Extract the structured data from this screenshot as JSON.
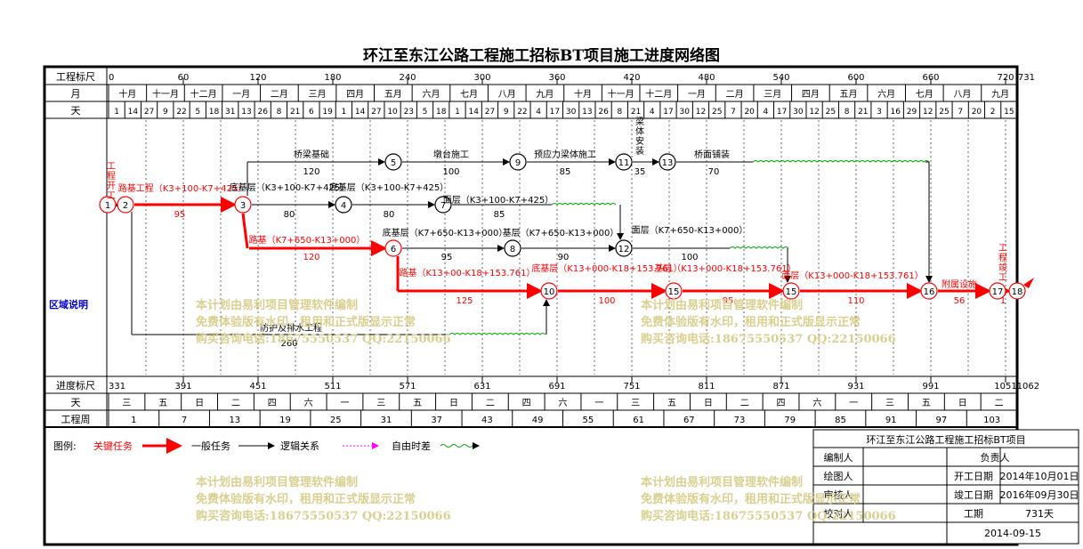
{
  "title": "环江至东江公路工程施工招标BT项目施工进度网络图",
  "scale_labels": {
    "top": "工程标尺",
    "month": "月",
    "day": "天",
    "progress": "进度标尺",
    "week_day": "天",
    "week": "工程周"
  },
  "top_ticks": [
    "0",
    "60",
    "120",
    "180",
    "240",
    "300",
    "360",
    "420",
    "480",
    "540",
    "600",
    "660",
    "720",
    "731"
  ],
  "months": [
    "十月",
    "十一月",
    "十二月",
    "一月",
    "二月",
    "三月",
    "四月",
    "五月",
    "六月",
    "七月",
    "八月",
    "九月",
    "十月",
    "十一月",
    "十二月",
    "一月",
    "二月",
    "三月",
    "四月",
    "五月",
    "六月",
    "七月",
    "八月",
    "九月"
  ],
  "days": [
    "1",
    "14",
    "27",
    "9",
    "22",
    "5",
    "18",
    "31",
    "13",
    "26",
    "8",
    "21",
    "6",
    "19",
    "1",
    "14",
    "27",
    "10",
    "23",
    "5",
    "18",
    "1",
    "14",
    "27",
    "9",
    "22",
    "4",
    "17",
    "30",
    "13",
    "26",
    "8",
    "21",
    "4",
    "17",
    "30",
    "12",
    "25",
    "7",
    "20",
    "4",
    "17",
    "30",
    "12",
    "25",
    "8",
    "21",
    "3",
    "16",
    "29",
    "12",
    "25",
    "7",
    "20",
    "2",
    "15"
  ],
  "progress_ticks": [
    "331",
    "391",
    "451",
    "511",
    "571",
    "631",
    "691",
    "751",
    "811",
    "871",
    "931",
    "991",
    "1051",
    "1062"
  ],
  "week_days": [
    "三",
    "五",
    "日",
    "二",
    "四",
    "六",
    "一",
    "三",
    "五",
    "日",
    "二",
    "四",
    "六",
    "一",
    "三",
    "五",
    "日",
    "二",
    "四",
    "六",
    "一",
    "三",
    "五",
    "日",
    "二"
  ],
  "weeks": [
    "1",
    "7",
    "13",
    "19",
    "25",
    "31",
    "37",
    "43",
    "49",
    "55",
    "61",
    "67",
    "73",
    "79",
    "85",
    "91",
    "97",
    "103"
  ],
  "zone_label": "区域说明",
  "nodes": [
    "1",
    "2",
    "3",
    "4",
    "5",
    "6",
    "7",
    "8",
    "9",
    "10",
    "11",
    "12",
    "13",
    "15",
    "15",
    "16",
    "17",
    "18"
  ],
  "tasks": [
    {
      "name": "工程开工",
      "duration": ""
    },
    {
      "name": "路基工程（K3+100-K7+425）",
      "duration": "95"
    },
    {
      "name": "桥梁基础",
      "duration": "120"
    },
    {
      "name": "底基层（K3+100-K7+425）",
      "duration": "80"
    },
    {
      "name": "底基层（K3+100-K7+425）",
      "duration": "80"
    },
    {
      "name": "面层（K3+100-K7+425）",
      "duration": "85"
    },
    {
      "name": "墩台施工",
      "duration": "100"
    },
    {
      "name": "预应力梁体施工",
      "duration": "85"
    },
    {
      "name": "梁体安装",
      "duration": "35"
    },
    {
      "name": "桥面铺装",
      "duration": "70"
    },
    {
      "name": "路基（K7+650-K13+000）",
      "duration": "120"
    },
    {
      "name": "底基层（K7+650-K13+000）",
      "duration": "95"
    },
    {
      "name": "基层（K7+650-K13+000）",
      "duration": "90"
    },
    {
      "name": "面层（K7+650-K13+000）",
      "duration": "100"
    },
    {
      "name": "路基（K13+00-K18+153.761）",
      "duration": "125"
    },
    {
      "name": "底基层（K13+000-K18+153.761）",
      "duration": "100"
    },
    {
      "name": "基层（K13+000-K18+153.761）",
      "duration": "95"
    },
    {
      "name": "面层（K13+000-K18+153.761）",
      "duration": "110"
    },
    {
      "name": "附属设施",
      "duration": "56"
    },
    {
      "name": "防护及排水工程",
      "duration": "260"
    },
    {
      "name": "工程竣工",
      "duration": "1"
    }
  ],
  "watermark": [
    "本计划由易利项目管理软件编制",
    "免费体验版有水印，租用和正式版显示正常",
    "购买咨询电话:18675550537 QQ:22150066"
  ],
  "legend": {
    "title": "图例:",
    "critical": "关键任务",
    "general": "一般任务",
    "logic": "逻辑关系",
    "float": "自由时差"
  },
  "info": {
    "project": "环江至东江公路工程施工招标BT项目",
    "editor": "编制人",
    "drafter": "绘图人",
    "reviewer": "审核人",
    "proofreader": "校对人",
    "leader": "负责人",
    "start_label": "开工日期",
    "start": "2014年10月01日",
    "end_label": "竣工日期",
    "end": "2016年09月30日",
    "duration_label": "工期",
    "duration": "731天",
    "date": "2014-09-15"
  },
  "colors": {
    "critical": "#ff0000",
    "general": "#000000",
    "logic": "#ff00ff",
    "float": "#00aa00",
    "watermark": "#d9d090",
    "zone": "#0000cc"
  }
}
